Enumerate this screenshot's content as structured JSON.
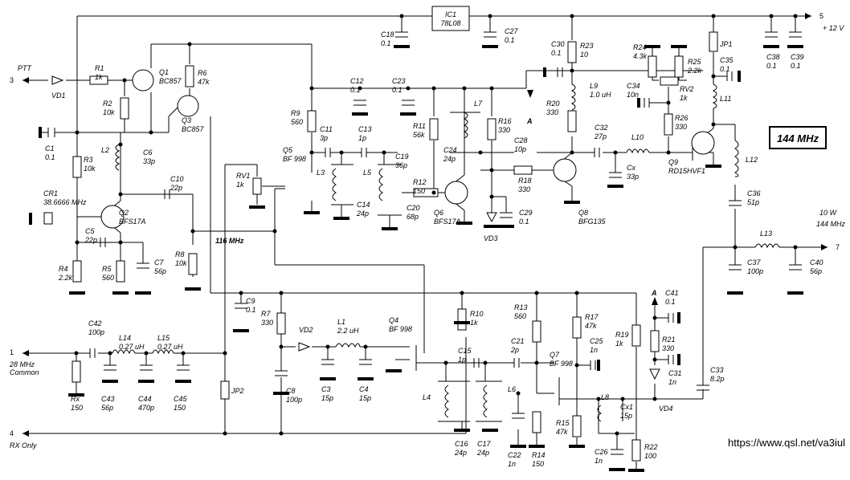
{
  "title": "144 MHz",
  "website": "https://www.qsl.net/va3iul",
  "ports": [
    {
      "num": "1",
      "lines": [
        "28 MHz",
        "Common"
      ]
    },
    {
      "num": "3",
      "lines": [
        "PTT"
      ]
    },
    {
      "num": "4",
      "lines": [
        "RX Only"
      ]
    },
    {
      "num": "5",
      "lines": [
        "+ 12 V"
      ]
    },
    {
      "num": "7",
      "lines": [
        "10 W",
        "144 MHz"
      ]
    }
  ],
  "net_labels": [
    "116 MHz",
    "A",
    "A"
  ],
  "jumpers": [
    "JP1",
    "JP2"
  ],
  "components": [
    {
      "ref": "IC1",
      "value": "78L08"
    },
    {
      "ref": "Q1",
      "value": "BC857"
    },
    {
      "ref": "Q2",
      "value": "BFS17A"
    },
    {
      "ref": "Q3",
      "value": "BC857"
    },
    {
      "ref": "Q4",
      "value": "BF 998"
    },
    {
      "ref": "Q5",
      "value": "BF 998"
    },
    {
      "ref": "Q6",
      "value": "BFS17A"
    },
    {
      "ref": "Q7",
      "value": "BF 998"
    },
    {
      "ref": "Q8",
      "value": "BFG135"
    },
    {
      "ref": "Q9",
      "value": "RD15HVF1"
    },
    {
      "ref": "VD1",
      "value": ""
    },
    {
      "ref": "VD2",
      "value": ""
    },
    {
      "ref": "VD3",
      "value": ""
    },
    {
      "ref": "VD4",
      "value": ""
    },
    {
      "ref": "CR1",
      "value": "38.6666 MHz"
    },
    {
      "ref": "R1",
      "value": "1k"
    },
    {
      "ref": "R2",
      "value": "10k"
    },
    {
      "ref": "R3",
      "value": "10k"
    },
    {
      "ref": "R4",
      "value": "2.2k"
    },
    {
      "ref": "R5",
      "value": "560"
    },
    {
      "ref": "R6",
      "value": "47k"
    },
    {
      "ref": "R7",
      "value": "330"
    },
    {
      "ref": "R8",
      "value": "10k"
    },
    {
      "ref": "R9",
      "value": "560"
    },
    {
      "ref": "R10",
      "value": "1k"
    },
    {
      "ref": "R11",
      "value": "56k"
    },
    {
      "ref": "R12",
      "value": "150"
    },
    {
      "ref": "R13",
      "value": "560"
    },
    {
      "ref": "R14",
      "value": "150"
    },
    {
      "ref": "R15",
      "value": "47k"
    },
    {
      "ref": "R16",
      "value": "330"
    },
    {
      "ref": "R17",
      "value": "47k"
    },
    {
      "ref": "R18",
      "value": "330"
    },
    {
      "ref": "R19",
      "value": "1k"
    },
    {
      "ref": "R20",
      "value": "330"
    },
    {
      "ref": "R21",
      "value": "330"
    },
    {
      "ref": "R22",
      "value": "100"
    },
    {
      "ref": "R23",
      "value": "10"
    },
    {
      "ref": "R24",
      "value": "4.3k"
    },
    {
      "ref": "R25",
      "value": "2.2k"
    },
    {
      "ref": "R26",
      "value": "330"
    },
    {
      "ref": "Rx",
      "value": "150"
    },
    {
      "ref": "RV1",
      "value": "1k"
    },
    {
      "ref": "RV2",
      "value": "1k"
    },
    {
      "ref": "C1",
      "value": "0.1"
    },
    {
      "ref": "C3",
      "value": "15p"
    },
    {
      "ref": "C4",
      "value": "15p"
    },
    {
      "ref": "C5",
      "value": "22p"
    },
    {
      "ref": "C6",
      "value": "33p"
    },
    {
      "ref": "C7",
      "value": "56p"
    },
    {
      "ref": "C8",
      "value": "100p"
    },
    {
      "ref": "C9",
      "value": "0.1"
    },
    {
      "ref": "C10",
      "value": "22p"
    },
    {
      "ref": "C11",
      "value": "3p"
    },
    {
      "ref": "C12",
      "value": "0.1"
    },
    {
      "ref": "C13",
      "value": "1p"
    },
    {
      "ref": "C14",
      "value": "24p"
    },
    {
      "ref": "C15",
      "value": "1p"
    },
    {
      "ref": "C16",
      "value": "24p"
    },
    {
      "ref": "C17",
      "value": "24p"
    },
    {
      "ref": "C18",
      "value": "0.1"
    },
    {
      "ref": "C19",
      "value": "36p"
    },
    {
      "ref": "C20",
      "value": "68p"
    },
    {
      "ref": "C21",
      "value": "2p"
    },
    {
      "ref": "C22",
      "value": "1n"
    },
    {
      "ref": "C23",
      "value": "0.1"
    },
    {
      "ref": "C24",
      "value": "24p"
    },
    {
      "ref": "C25",
      "value": "1n"
    },
    {
      "ref": "C26",
      "value": "1n"
    },
    {
      "ref": "C27",
      "value": "0.1"
    },
    {
      "ref": "C28",
      "value": "10p"
    },
    {
      "ref": "C29",
      "value": "0.1"
    },
    {
      "ref": "C30",
      "value": "0.1"
    },
    {
      "ref": "C31",
      "value": "1n"
    },
    {
      "ref": "C32",
      "value": "27p"
    },
    {
      "ref": "C33",
      "value": "8.2p"
    },
    {
      "ref": "C34",
      "value": "10n"
    },
    {
      "ref": "C35",
      "value": "0.1"
    },
    {
      "ref": "C36",
      "value": "51p"
    },
    {
      "ref": "C37",
      "value": "100p"
    },
    {
      "ref": "C38",
      "value": "0.1"
    },
    {
      "ref": "C39",
      "value": "0.1"
    },
    {
      "ref": "C40",
      "value": "56p"
    },
    {
      "ref": "C41",
      "value": "0.1"
    },
    {
      "ref": "C42",
      "value": "100p"
    },
    {
      "ref": "C43",
      "value": "56p"
    },
    {
      "ref": "C44",
      "value": "470p"
    },
    {
      "ref": "C45",
      "value": "150"
    },
    {
      "ref": "Cx",
      "value": "33p"
    },
    {
      "ref": "Cx1",
      "value": "15p"
    },
    {
      "ref": "L1",
      "value": "2.2 uH"
    },
    {
      "ref": "L2",
      "value": ""
    },
    {
      "ref": "L3",
      "value": ""
    },
    {
      "ref": "L4",
      "value": ""
    },
    {
      "ref": "L5",
      "value": ""
    },
    {
      "ref": "L6",
      "value": ""
    },
    {
      "ref": "L7",
      "value": ""
    },
    {
      "ref": "L8",
      "value": ""
    },
    {
      "ref": "L9",
      "value": "1.0 uH"
    },
    {
      "ref": "L10",
      "value": ""
    },
    {
      "ref": "L11",
      "value": ""
    },
    {
      "ref": "L12",
      "value": ""
    },
    {
      "ref": "L13",
      "value": ""
    },
    {
      "ref": "L14",
      "value": "0.27 uH"
    },
    {
      "ref": "L15",
      "value": "0.27 uH"
    }
  ]
}
